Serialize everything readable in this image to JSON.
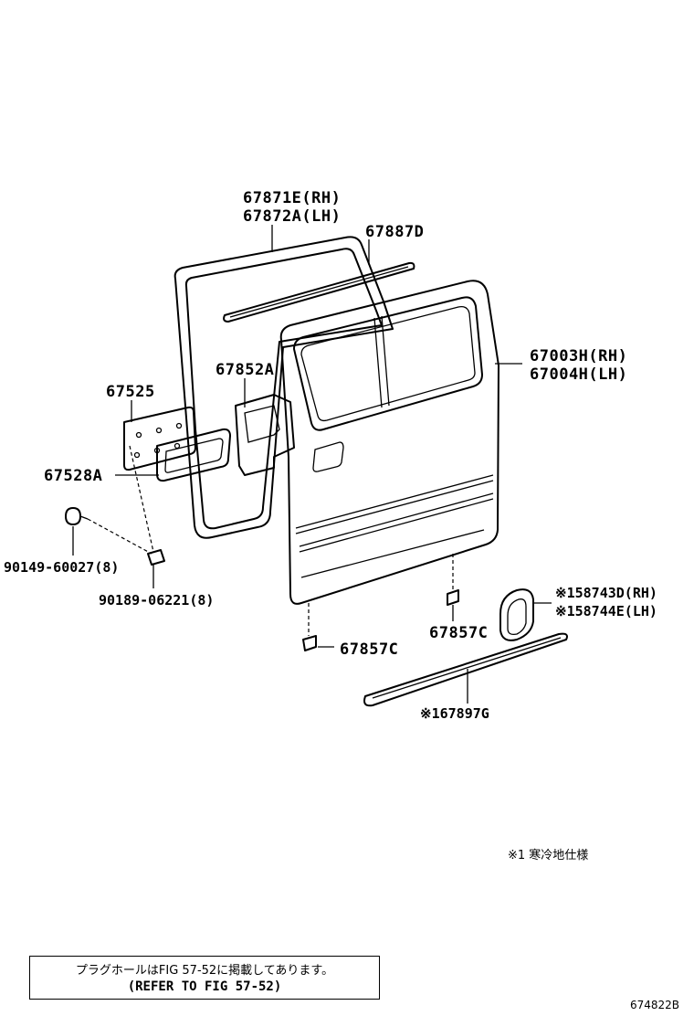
{
  "labels": {
    "weatherstrip_rh": "67871E(RH)",
    "weatherstrip_lh": "67872A(LH)",
    "strip_upper": "67887D",
    "panel_rh": "67003H(RH)",
    "panel_lh": "67004H(LH)",
    "cover_852": "67852A",
    "board_525": "67525",
    "seal_528": "67528A",
    "clip_90149": "90149-60027(8)",
    "clip_90189": "90189-06221(8)",
    "clip_857_left": "67857C",
    "clip_857_right": "67857C",
    "cover_rh": "※158743D(RH)",
    "cover_lh": "※158744E(LH)",
    "moulding": "※167897G"
  },
  "note": "※1 寒冷地仕様",
  "reference": {
    "line1": "プラグホールはFIG 57-52に掲載してあります。",
    "line2": "(REFER TO FIG 57-52)"
  },
  "figure_number": "674822B",
  "icons": {
    "clip_small": "clip-icon",
    "grommet": "grommet-icon"
  }
}
